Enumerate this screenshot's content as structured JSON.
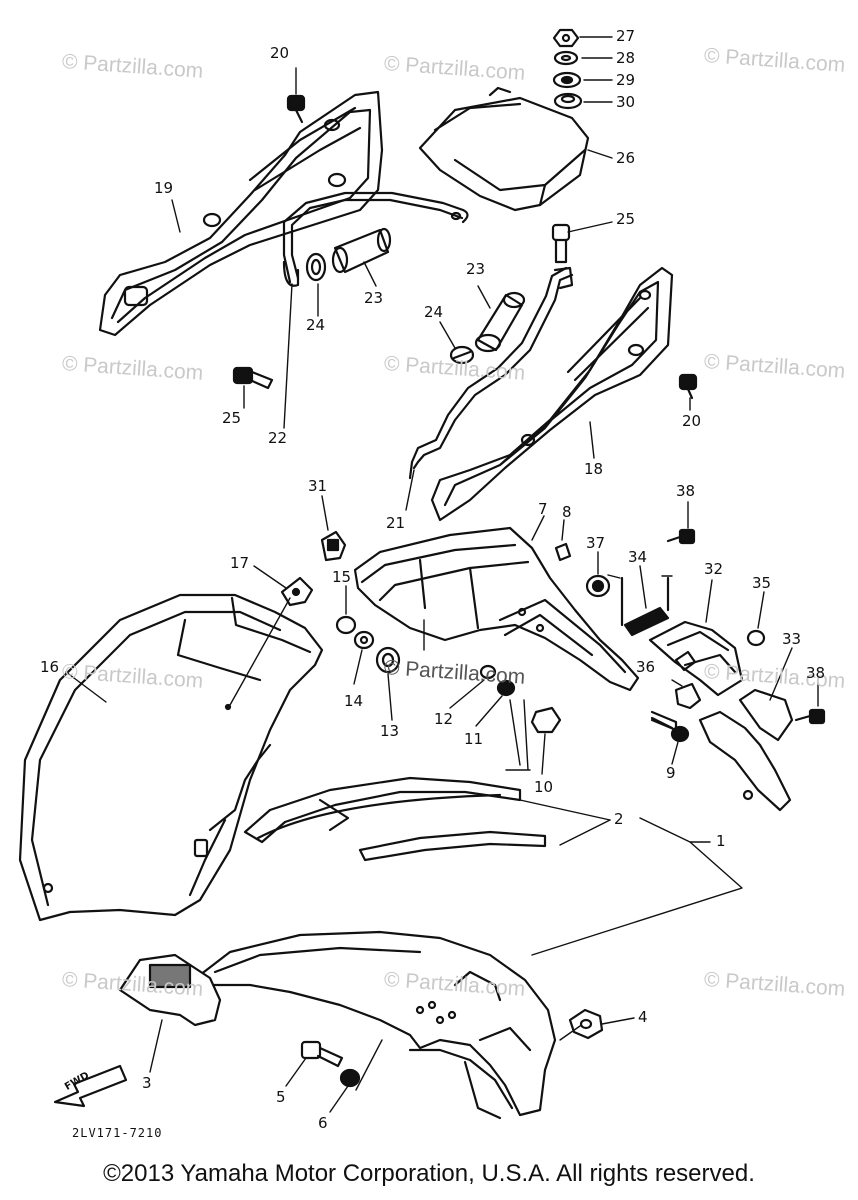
{
  "watermark": "© Partzilla.com",
  "diagram_code": "2LV171-7210",
  "fwd_label": "FWD",
  "copyright": "©2013 Yamaha Motor Corporation, U.S.A. All rights reserved.",
  "callouts": {
    "c1": "1",
    "c2": "2",
    "c3": "3",
    "c4": "4",
    "c5": "5",
    "c6": "6",
    "c7": "7",
    "c8": "8",
    "c9": "9",
    "c10": "10",
    "c11": "11",
    "c12": "12",
    "c13": "13",
    "c14": "14",
    "c15": "15",
    "c16": "16",
    "c17": "17",
    "c18": "18",
    "c19": "19",
    "c20a": "20",
    "c20b": "20",
    "c21": "21",
    "c22": "22",
    "c23a": "23",
    "c23b": "23",
    "c24a": "24",
    "c24b": "24",
    "c25a": "25",
    "c25b": "25",
    "c26": "26",
    "c27": "27",
    "c28": "28",
    "c29": "29",
    "c30": "30",
    "c31": "31",
    "c32": "32",
    "c33": "33",
    "c34": "34",
    "c35": "35",
    "c36": "36",
    "c37": "37",
    "c38a": "38",
    "c38b": "38"
  }
}
